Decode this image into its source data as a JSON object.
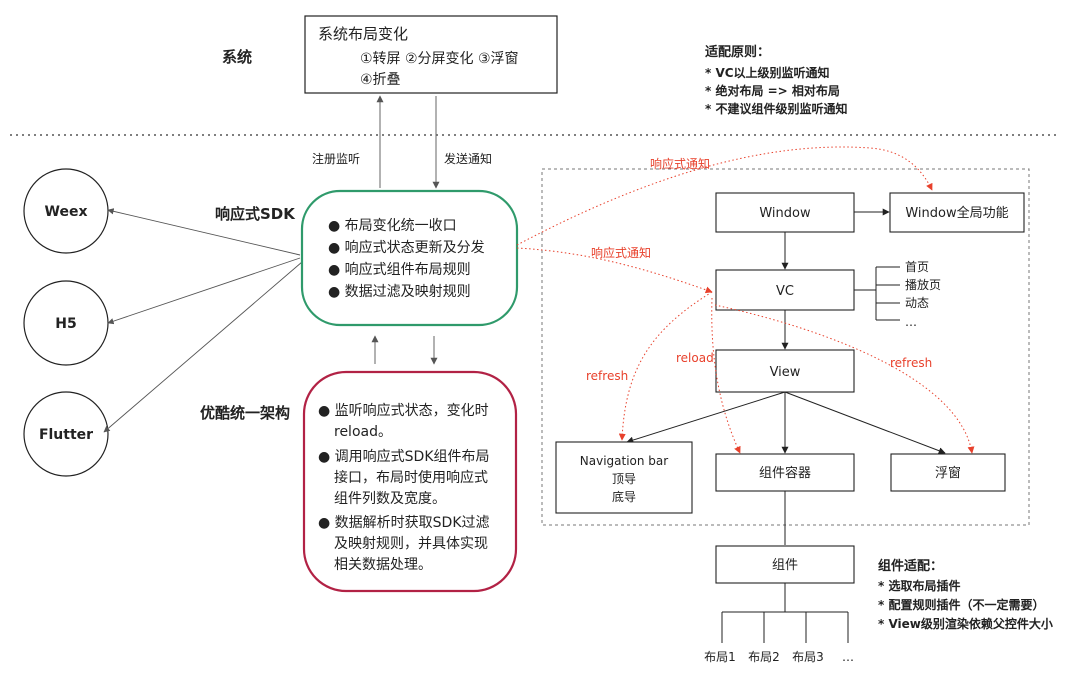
{
  "system": {
    "label": "系统",
    "box_title": "系统布局变化",
    "box_line1": "①转屏 ②分屏变化 ③浮窗",
    "box_line2": "④折叠",
    "register_label": "注册监听",
    "notify_label": "发送通知"
  },
  "principles": {
    "title": "适配原则：",
    "items": [
      "* VC以上级别监听通知",
      "*  绝对布局 => 相对布局",
      "*  不建议组件级别监听通知"
    ]
  },
  "clients": [
    "Weex",
    "H5",
    "Flutter"
  ],
  "sdk": {
    "label": "响应式SDK",
    "items": [
      "● 布局变化统一收口",
      "● 响应式状态更新及分发",
      "● 响应式组件布局规则",
      "● 数据过滤及映射规则"
    ]
  },
  "framework": {
    "label": "优酷统一架构",
    "lines": [
      "● 监听响应式状态，变化时",
      "reload。",
      "● 调用响应式SDK组件布局",
      "接口，布局时使用响应式",
      "组件列数及宽度。",
      "● 数据解析时获取SDK过滤",
      "及映射规则，并具体实现",
      "相关数据处理。"
    ]
  },
  "tree": {
    "window": "Window",
    "window_feature": "Window全局功能",
    "vc": "VC",
    "vc_children": [
      "首页",
      "播放页",
      "动态",
      "…"
    ],
    "view": "View",
    "navbar": [
      "Navigation bar",
      "顶导",
      "底导"
    ],
    "container": "组件容器",
    "float": "浮窗",
    "component": "组件",
    "layouts": [
      "布局1",
      "布局2",
      "布局3",
      "…"
    ]
  },
  "red_labels": {
    "notify_top": "响应式通知",
    "notify_mid": "响应式通知",
    "refresh_left": "refresh",
    "reload": "reload",
    "refresh_right": "refresh"
  },
  "component_adapt": {
    "title": "组件适配：",
    "items": [
      "*  选取布局插件",
      "*  配置规则插件（不一定需要）",
      "*  View级别渲染依赖父控件大小"
    ]
  },
  "colors": {
    "sdk_border": "#2f9a6b",
    "framework_border": "#b22245",
    "notify_red": "#e8412c"
  }
}
